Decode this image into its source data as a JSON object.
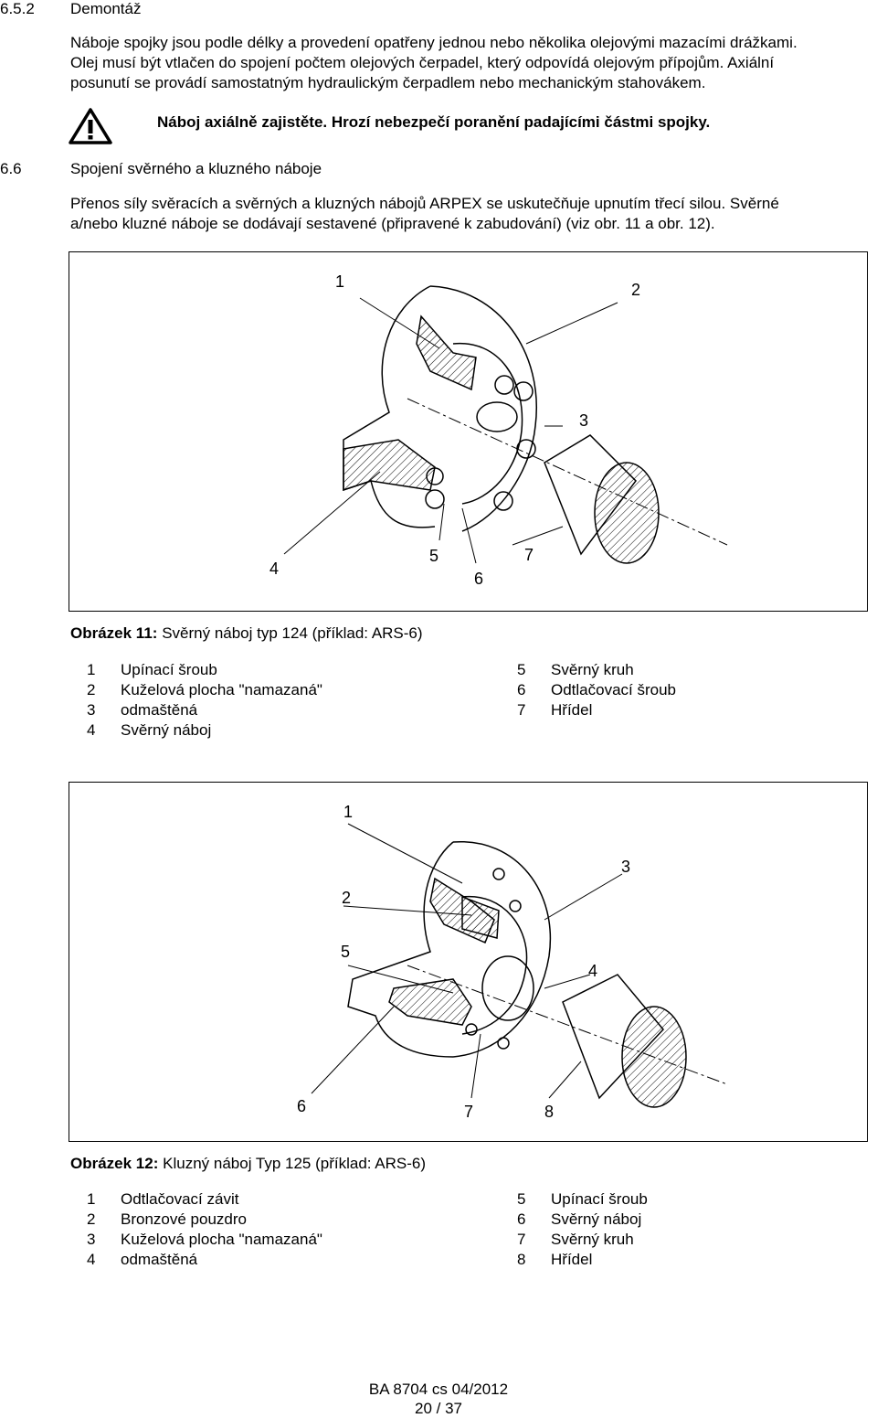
{
  "section_652": {
    "number": "6.5.2",
    "title": "Demontáž"
  },
  "paragraph_1": [
    "Náboje spojky jsou podle délky a provedení opatřeny jednou nebo několika olejovými mazacími drážkami.",
    "Olej musí být vtlačen do spojení počtem olejových čerpadel, který odpovídá olejovým přípojům. Axiální",
    "posunutí se provádí samostatným hydraulickým čerpadlem nebo mechanickým stahovákem."
  ],
  "warning": {
    "icon": "warning-triangle-icon",
    "text": "Náboj axiálně zajistěte. Hrozí nebezpečí poranění padajícími částmi spojky."
  },
  "section_66": {
    "number": "6.6",
    "title": "Spojení svěrného a kluzného náboje"
  },
  "paragraph_2": [
    "Přenos síly svěracích a svěrných a kluzných nábojů ARPEX se uskutečňuje upnutím třecí silou. Svěrné",
    "a/nebo kluzné náboje se dodávají sestavené (připravené k zabudování) (viz obr. 11 a obr. 12)."
  ],
  "figure_11": {
    "labels": [
      "1",
      "2",
      "3",
      "4",
      "5",
      "6",
      "7"
    ],
    "caption_prefix": "Obrázek 11:",
    "caption_text": "Svěrný náboj typ 124 (příklad: ARS-6)",
    "legend": [
      {
        "num": "1",
        "text": "Upínací šroub"
      },
      {
        "num": "2",
        "text": "Kuželová plocha \"namazaná\""
      },
      {
        "num": "3",
        "text": "odmaštěná"
      },
      {
        "num": "4",
        "text": "Svěrný náboj"
      },
      {
        "num": "5",
        "text": "Svěrný kruh"
      },
      {
        "num": "6",
        "text": "Odtlačovací šroub"
      },
      {
        "num": "7",
        "text": "Hřídel"
      }
    ]
  },
  "figure_12": {
    "labels": [
      "1",
      "2",
      "3",
      "4",
      "5",
      "6",
      "7",
      "8"
    ],
    "caption_prefix": "Obrázek 12:",
    "caption_text": "Kluzný náboj Typ 125 (příklad: ARS-6)",
    "legend": [
      {
        "num": "1",
        "text": "Odtlačovací závit"
      },
      {
        "num": "2",
        "text": "Bronzové pouzdro"
      },
      {
        "num": "3",
        "text": "Kuželová plocha \"namazaná\""
      },
      {
        "num": "4",
        "text": "odmaštěná"
      },
      {
        "num": "5",
        "text": "Upínací šroub"
      },
      {
        "num": "6",
        "text": "Svěrný náboj"
      },
      {
        "num": "7",
        "text": "Svěrný kruh"
      },
      {
        "num": "8",
        "text": "Hřídel"
      }
    ]
  },
  "footer": {
    "doc": "BA 8704 cs 04/2012",
    "page": "20 / 37"
  }
}
